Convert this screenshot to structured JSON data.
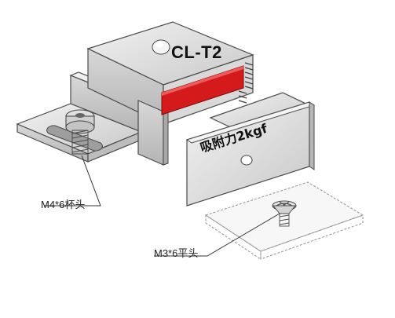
{
  "diagram": {
    "model": "CL-T2",
    "plate_text": "吸附力2kgf",
    "callouts": [
      {
        "id": "screw-a",
        "label": "M4*6杯头"
      },
      {
        "id": "screw-b",
        "label": "M3*6平头"
      }
    ],
    "colors": {
      "metal": "#e6e6e6",
      "metal_shade": "#c9c9c9",
      "outline": "#4a4a4a",
      "magnet": "#d41a1a",
      "glass_outline": "#9a9a9a"
    },
    "icons": [
      "screw-icon",
      "spring-icon"
    ]
  }
}
